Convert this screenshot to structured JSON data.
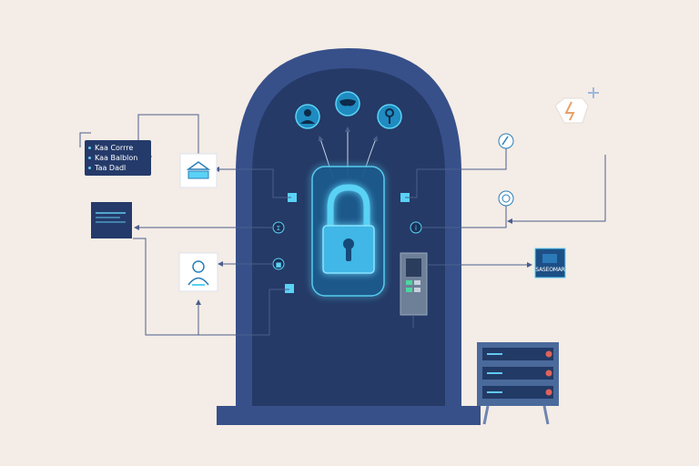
{
  "legend": {
    "items": [
      {
        "label": "Kaa Corrre"
      },
      {
        "label": "Kaa Balblon"
      },
      {
        "label": "Taa Dadl"
      }
    ]
  },
  "badge": {
    "label": "SASEOMAR"
  },
  "colors": {
    "background": "#f4ece6",
    "vault_outer": "#37508a",
    "vault_inner": "#253a66",
    "accent_cyan": "#5ad2f5",
    "line": "#4b5f8c",
    "alert_red": "#e0625a"
  },
  "icons": [
    "user-icon",
    "mask-icon",
    "key-icon",
    "padlock-icon",
    "cloud-icon",
    "account-icon",
    "globe-icon",
    "info-icon",
    "lock-small-icon",
    "keypad-icon",
    "server-rack-icon",
    "plug-icon"
  ]
}
